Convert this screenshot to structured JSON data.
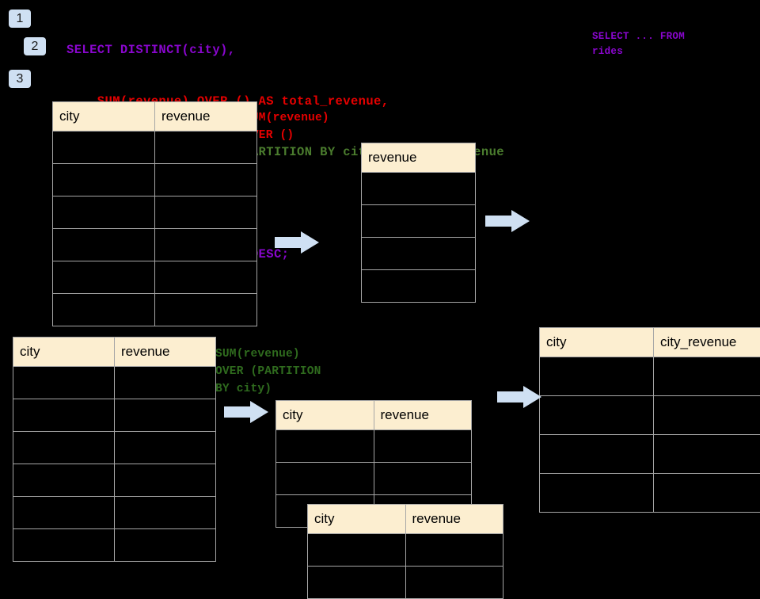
{
  "background_color": "#000000",
  "badges": [
    {
      "name": "step-1",
      "label": "1"
    },
    {
      "name": "step-2",
      "label": "2"
    },
    {
      "name": "step-3",
      "label": "3"
    }
  ],
  "sql": {
    "lines": [
      {
        "text": "SELECT DISTINCT(city),",
        "color": "#8a06cf"
      },
      {
        "text": "    SUM(revenue) OVER () AS total_revenue,",
        "color": "#e60000"
      },
      {
        "text": "    SUM(revenue) OVER (PARTITION BY city) as city_revenue",
        "color": "#4b7d2e"
      },
      {
        "text": "  FROM rides",
        "color": "#8a06cf"
      },
      {
        "text": "  ORDER by city_revenue DESC;",
        "color": "#8a06cf"
      }
    ],
    "side_note": "SELECT ... FROM\nrides",
    "side_note_color": "#8a06cf"
  },
  "annotations": {
    "total_revenue": "SUM(revenue)\nOVER ()",
    "total_revenue_color": "#e60000",
    "partition_by_city": "SUM(revenue)\nOVER (PARTITION\nBY city)",
    "partition_by_city_color": "#2f6b1e"
  },
  "colors": {
    "table_header_bg": "#fceed0",
    "table_border": "#a6a6a6",
    "arrow_fill": "#cfe0f3",
    "badge_bg": "#cfe0f3"
  },
  "tables": {
    "rides_top": {
      "name": "rides-table-top",
      "headers": [
        "city",
        "revenue"
      ],
      "rows": [
        [
          "",
          ""
        ],
        [
          "",
          ""
        ],
        [
          "",
          ""
        ],
        [
          "",
          ""
        ],
        [
          "",
          ""
        ],
        [
          "",
          ""
        ]
      ]
    },
    "total_revenue": {
      "name": "total-revenue-table",
      "headers": [
        "revenue"
      ],
      "rows": [
        [
          ""
        ],
        [
          ""
        ],
        [
          ""
        ],
        [
          ""
        ]
      ]
    },
    "rides_bottom": {
      "name": "rides-table-bottom",
      "headers": [
        "city",
        "revenue"
      ],
      "rows": [
        [
          "",
          ""
        ],
        [
          "",
          ""
        ],
        [
          "",
          ""
        ],
        [
          "",
          ""
        ],
        [
          "",
          ""
        ],
        [
          "",
          ""
        ]
      ]
    },
    "partition_a": {
      "name": "partition-table-a",
      "headers": [
        "city",
        "revenue"
      ],
      "rows": [
        [
          "",
          ""
        ],
        [
          "",
          ""
        ],
        [
          "",
          ""
        ]
      ]
    },
    "partition_b": {
      "name": "partition-table-b",
      "headers": [
        "city",
        "revenue"
      ],
      "rows": [
        [
          "",
          ""
        ],
        [
          "",
          ""
        ]
      ]
    },
    "city_revenue": {
      "name": "city-revenue-table",
      "headers": [
        "city",
        "city_revenue"
      ],
      "rows": [
        [
          "",
          ""
        ],
        [
          "",
          ""
        ],
        [
          "",
          ""
        ],
        [
          "",
          ""
        ]
      ]
    }
  },
  "arrows": [
    {
      "name": "arrow-rides-to-total",
      "direction": "right"
    },
    {
      "name": "arrow-total-to-result",
      "direction": "right"
    },
    {
      "name": "arrow-rides-to-partition",
      "direction": "right"
    },
    {
      "name": "arrow-partition-to-result",
      "direction": "right"
    }
  ]
}
